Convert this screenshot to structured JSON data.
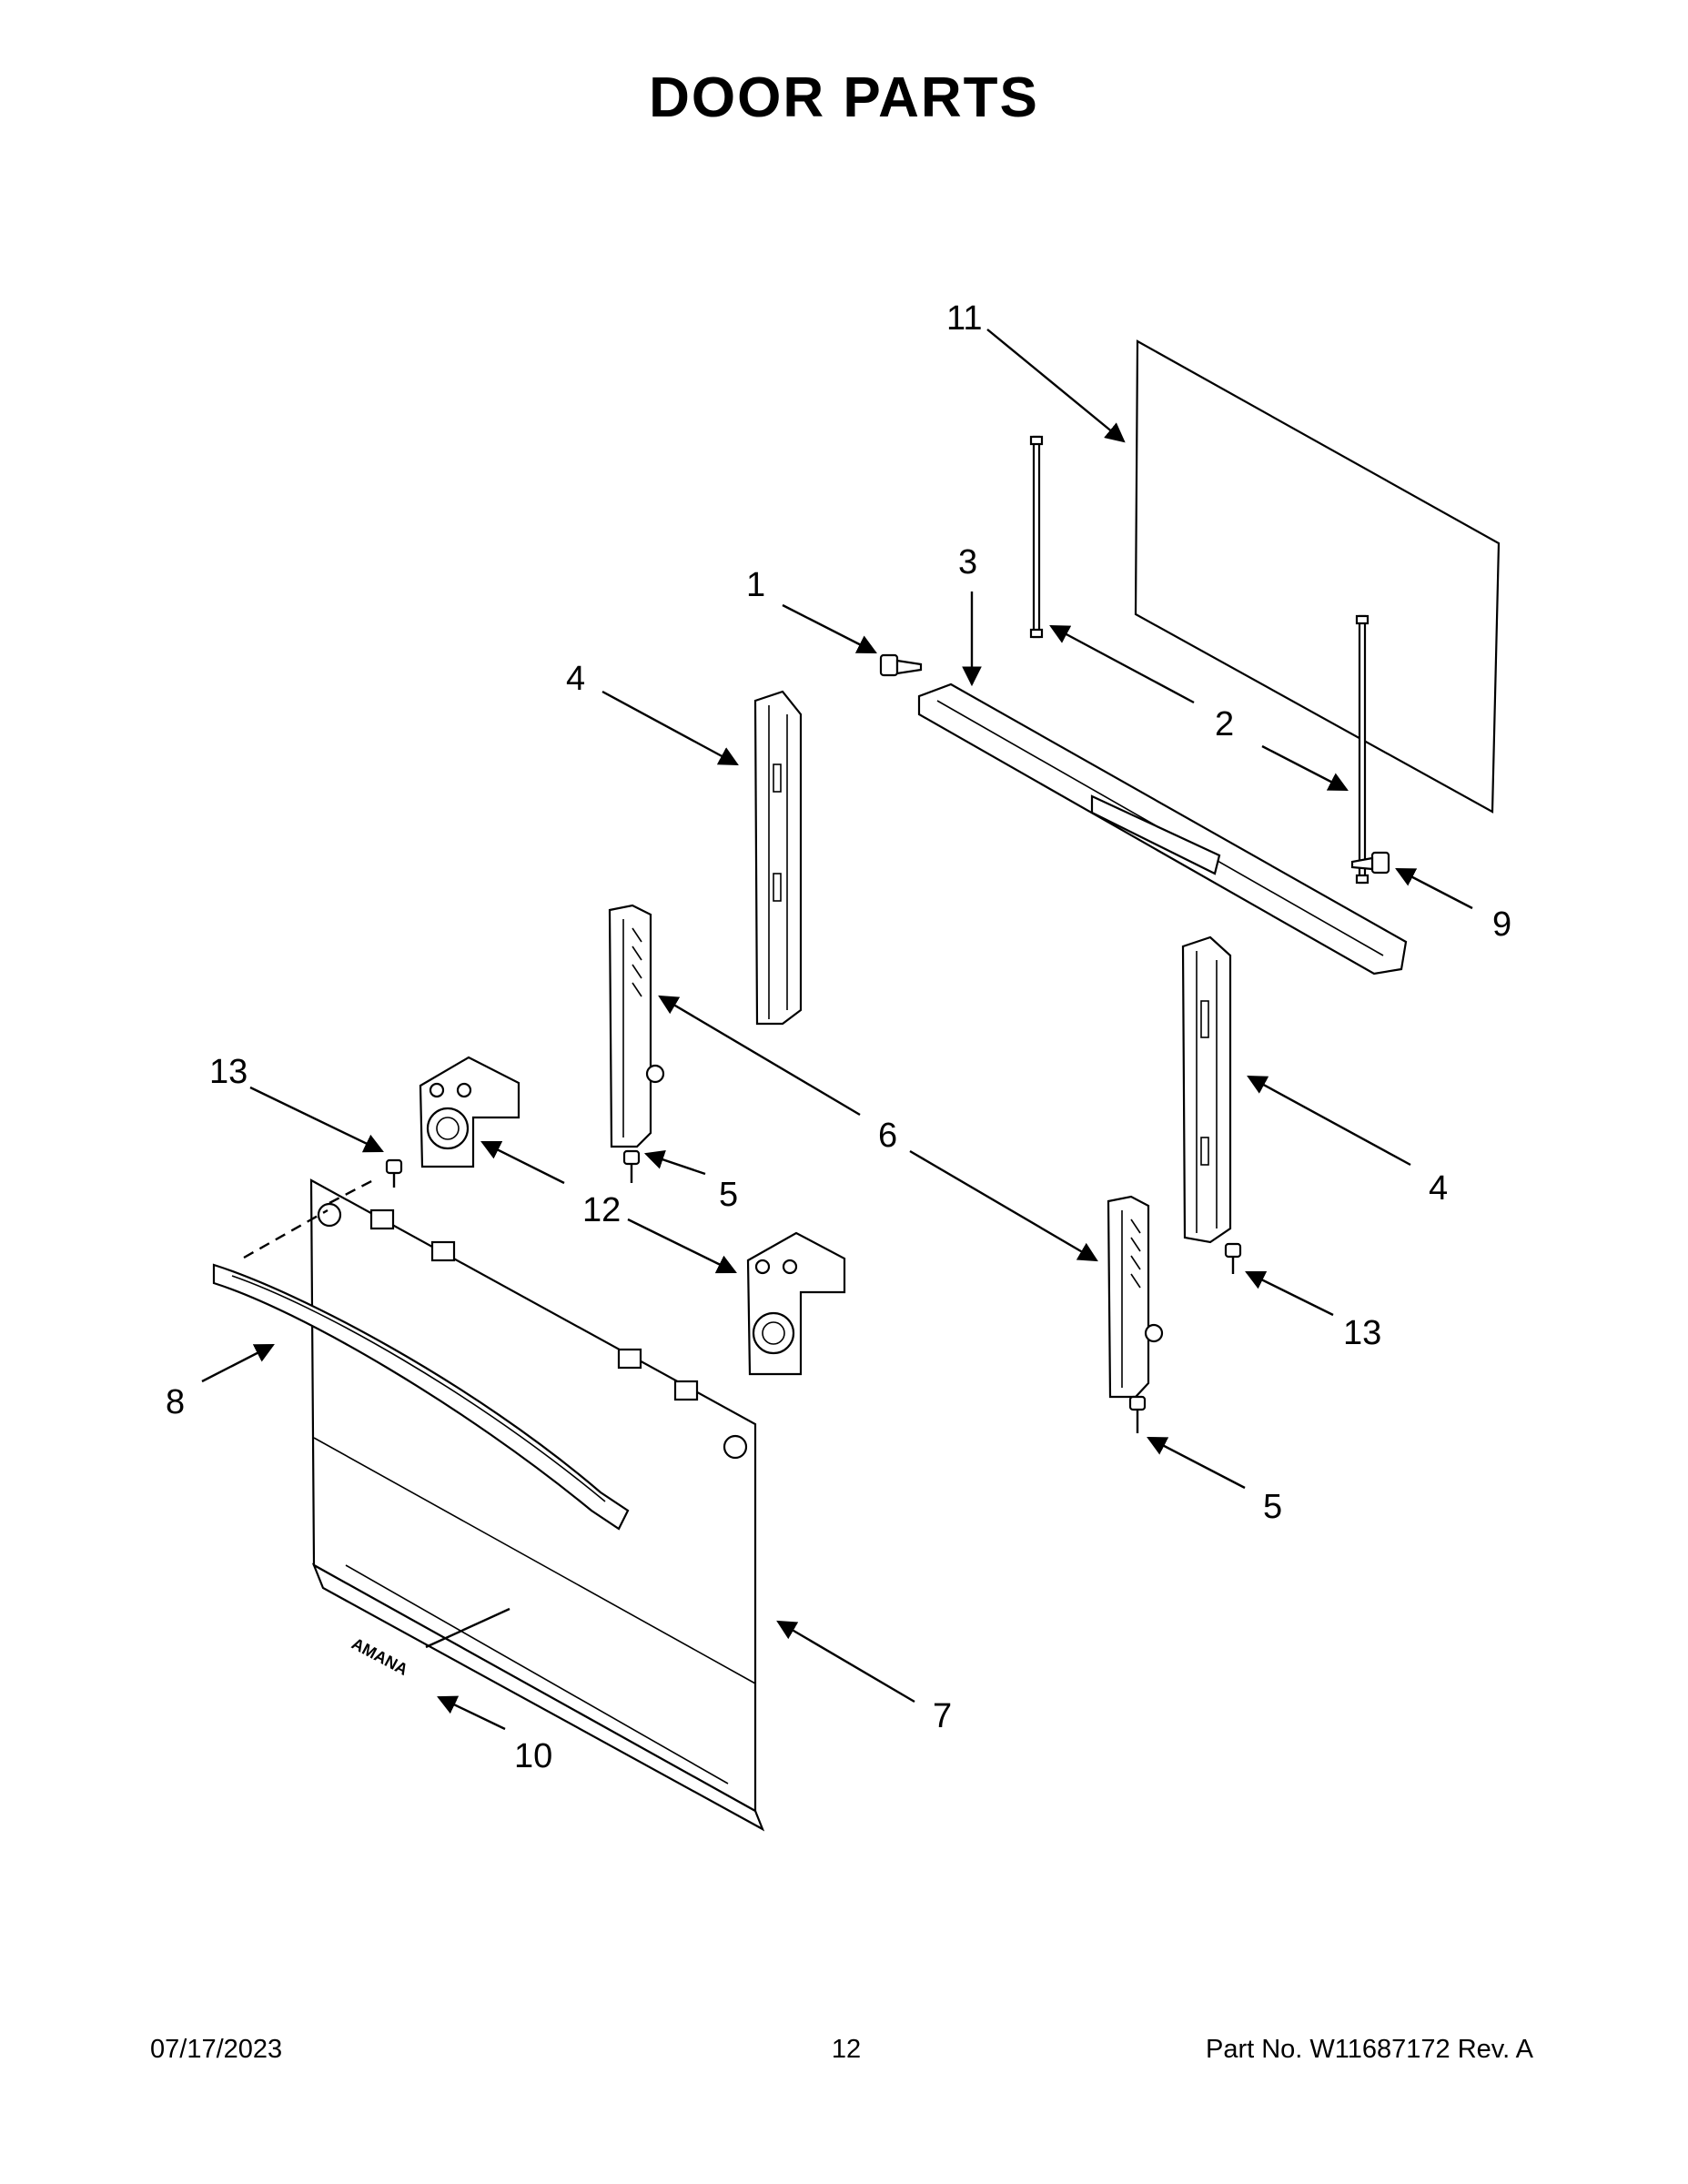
{
  "title": "DOOR PARTS",
  "callouts": {
    "c11": "11",
    "c1": "1",
    "c3": "3",
    "c4a": "4",
    "c2": "2",
    "c9": "9",
    "c13a": "13",
    "c6": "6",
    "c4b": "4",
    "c5a": "5",
    "c12": "12",
    "c13b": "13",
    "c8": "8",
    "c5b": "5",
    "c7": "7",
    "c10": "10"
  },
  "badge_text": "AMANA",
  "footer": {
    "date": "07/17/2023",
    "page": "12",
    "part_no": "Part No.  W11687172  Rev.  A"
  }
}
